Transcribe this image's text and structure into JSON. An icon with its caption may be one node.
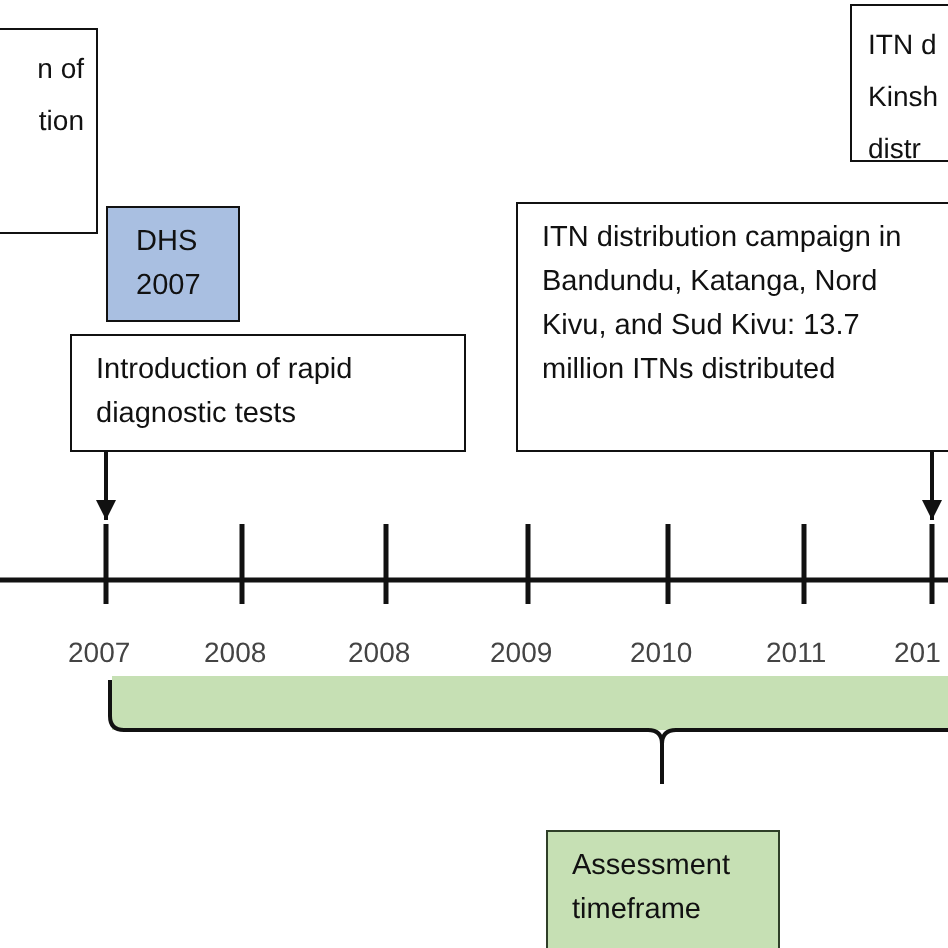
{
  "diagram": {
    "nodes": [
      {
        "text": [
          "n of tion"
        ]
      },
      {
        "text": [
          "ITN d Kinsh distr"
        ]
      },
      {
        "text": [
          "DHS 2007"
        ]
      },
      {
        "text": [
          "Introduction of rapid diagnostic tests"
        ]
      },
      {
        "text": [
          "ITN distribution campaign in Bandundu, Katanga, Nord Kivu, and Sud Kivu: 13.7 million ITNs distributed"
        ]
      },
      {
        "text": [
          "Assessment timeframe"
        ]
      }
    ],
    "edges": [
      {
        "from": 3,
        "to": null,
        "arrow": "to"
      },
      {
        "from": 4,
        "to": null,
        "arrow": "to"
      }
    ],
    "labels": [
      "2007",
      "2008",
      "2008",
      "2009",
      "2010",
      "2011",
      "201"
    ]
  }
}
